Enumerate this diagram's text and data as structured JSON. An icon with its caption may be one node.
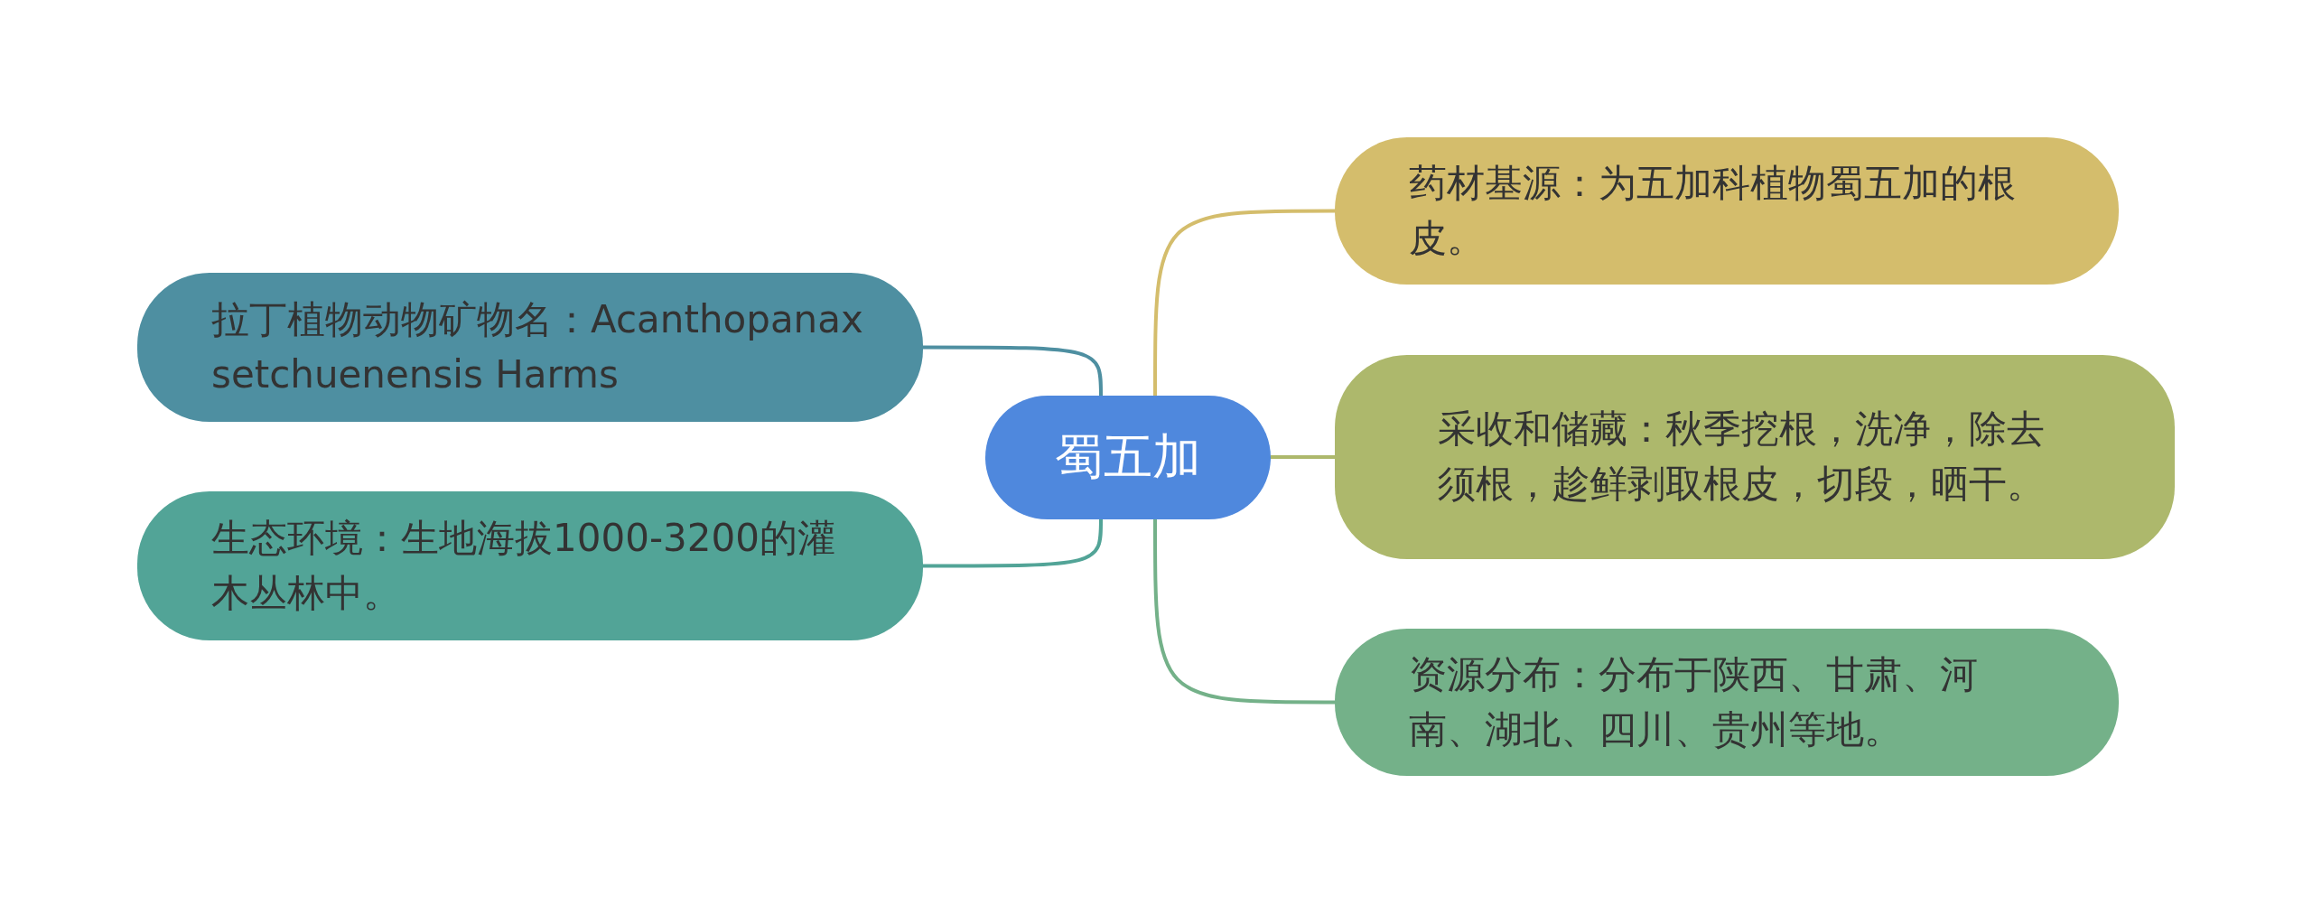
{
  "diagram": {
    "nodes": [
      {
        "text": [
          "蜀五加"
        ]
      },
      {
        "text": [
          "药材基源：为五加科植物蜀五加的根皮。"
        ]
      },
      {
        "text": [
          "采收和储藏：秋季挖根，洗净，除去须根，趁鲜剥取根皮，切段，晒干。"
        ]
      },
      {
        "text": [
          "资源分布：分布于陕西、甘肃、河南、湖北、四川、贵州等地。"
        ]
      },
      {
        "text": [
          "拉丁植物动物矿物名：Acanthopanax setchuenensis Harms"
        ]
      },
      {
        "text": [
          "生态环境：生地海拔1000-3200的灌木丛林中。"
        ]
      }
    ],
    "edges": [
      {
        "from": 0,
        "to": 1,
        "arrow": "none",
        "color": "#d4bd6c"
      },
      {
        "from": 0,
        "to": 2,
        "arrow": "none",
        "color": "#adb86c"
      },
      {
        "from": 0,
        "to": 3,
        "arrow": "none",
        "color": "#74b189"
      },
      {
        "from": 0,
        "to": 4,
        "arrow": "none",
        "color": "#4e8fa1"
      },
      {
        "from": 0,
        "to": 5,
        "arrow": "none",
        "color": "#52a497"
      }
    ]
  }
}
